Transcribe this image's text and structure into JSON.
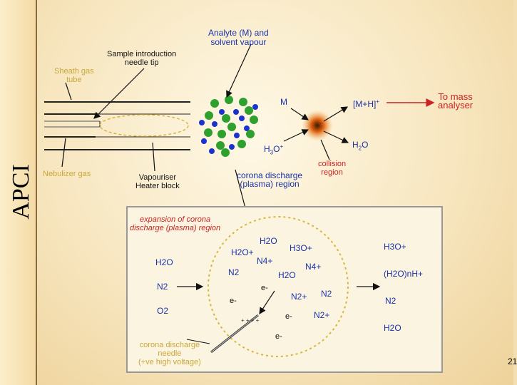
{
  "slide": {
    "title": "APCI",
    "page_number": "21"
  },
  "labels": {
    "analyte_line1": "Analyte (M) and",
    "analyte_line2": "solvent vapour",
    "sample_line1": "Sample introduction",
    "sample_line2": "needle tip",
    "sheath_line1": "Sheath gas",
    "sheath_line2": "tube",
    "nebulizer": "Nebulizer gas",
    "vapouriser_line1": "Vapouriser",
    "vapouriser_line2": "Heater block",
    "corona_line1": "corona discharge",
    "corona_line2": "(plasma) region",
    "collision_line1": "collision",
    "collision_line2": "region",
    "mass_line1": "To mass",
    "mass_line2": "analyser",
    "m": "M",
    "mh": "[M+H]",
    "mh_sup": "+",
    "h3o": "H",
    "h3o_sub": "3",
    "h3o_tail": "O",
    "h3o_sup": "+",
    "h2o": "H",
    "h2o_sub": "2",
    "h2o_tail": "O"
  },
  "inset": {
    "expansion_line1": "expansion of corona",
    "expansion_line2": "discharge (plasma) region",
    "needle_line1": "corona discharge",
    "needle_line2": "needle",
    "needle_line3": "(+ve high voltage)",
    "in_h2o": "H2O",
    "in_n2": "N2",
    "in_o2": "O2",
    "out_h3o": "H3O+",
    "out_cluster": "(H2O)nH+",
    "out_n2": "N2",
    "out_h2o": "H2O",
    "c_h2o_top": "H2O",
    "c_h2o_plus": "H2O+",
    "c_h3o_plus": "H3O+",
    "c_n4_plus": "N4+",
    "c_n4_plus_b": "N4+",
    "c_n2": "N2",
    "c_h2o_mid": "H2O",
    "c_e1": "e-",
    "c_e2": "e-",
    "c_e3": "e-",
    "c_e4": "e-",
    "c_n2_plus": "N2+",
    "c_n2_b": "N2",
    "c_n2_plus_b": "N2+"
  },
  "colors": {
    "analyte_green": "#2ea02e",
    "solvent_blue": "#1a33cc",
    "arrow_red": "#cc2222",
    "dashed_yellow": "#d8b640",
    "text_blue": "#1a33aa"
  }
}
